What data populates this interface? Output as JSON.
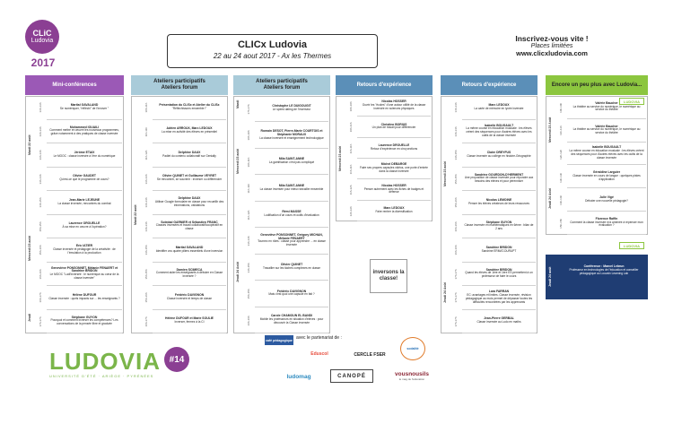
{
  "header": {
    "logo_line1": "CLiC",
    "logo_line2": "Ludovia",
    "logo_year": "2017",
    "title": "CLICx Ludovia",
    "subtitle": "22 au 24 aout 2017 - Ax les Thermes",
    "signup_line1": "Inscrivez-vous vite !",
    "signup_line2": "Places limitées",
    "signup_url": "www.clicxludovia.com"
  },
  "colors": {
    "purple": "#9b59b6",
    "light_blue": "#a9cbd9",
    "steel_blue": "#5b8fb8",
    "green": "#8cc63f",
    "navy": "#1f3d73"
  },
  "columns": {
    "mini": {
      "title": "Mini-conférences",
      "day1": "Mardi 22 août",
      "day2": "Mercredi 23 août",
      "day3": "Jeudi",
      "hours": [
        "13h-13h",
        "13h-13h",
        "13h-14h",
        "14h-14h",
        "14h-15h",
        "15h-15h",
        "15h-16h",
        "16h-16h",
        "16h-17h",
        "17h-17h",
        "17h-17h",
        "14h-14h"
      ],
      "items": [
        {
          "name": "Martial GAVALAND",
          "text": "Se numériquer, \"réfléchi\" de l'innover \""
        },
        {
          "name": "Mohammed IOUAILI",
          "text": "Comment mettre en œuvre les nouveaux programmes, grâce notamment à des pratiques de classe inversée"
        },
        {
          "name": "Jérôme ETAIX",
          "text": "Le MOOC : classe inversée à l'ère du numérique"
        },
        {
          "name": "Olivier GAUDET",
          "text": "Qu'est-ce que le programme de cours?"
        },
        {
          "name": "Jean-Marie LEJEUNE",
          "text": "La classe inversée, rencontres du combat"
        },
        {
          "name": "Laurence OROUELLE",
          "text": "À sa mise en oeuvre à l'opération?"
        },
        {
          "name": "Eric IATIER",
          "text": "Classe inversée et pédagogie de la créativité : de l'émulation à la production"
        },
        {
          "name": "Geneviève PONSONNET, Mélanie FENAERT et Sandrine BRIDON",
          "text": "Le MOOC \"Ludi'inversée : le numérique au cœur de la classe inversée\""
        },
        {
          "name": "Hélène DUFOUR",
          "text": "Classe inversée : quels impacts sur ... les enseignants ?"
        },
        {
          "name": "Stéphane GUYON",
          "text": "Pourquoi et comment inverser les compétences? Les conversations de la pensée libre et graduée"
        }
      ]
    },
    "ateliers1": {
      "title_line1": "Ateliers participatifs",
      "title_line2": "Ateliers forum",
      "day": "Mardi 22 août",
      "hours": [
        "10h-11h",
        "11h-11h",
        "11h-12h",
        "13h-13h",
        "13h-14h",
        "14h-14h",
        "14h-15h",
        "15h-15h",
        "15h-16h",
        "16h-17h",
        "17h-17h"
      ],
      "items": [
        {
          "name": "Présentation du CLISx et Atelier du CLISx",
          "text": "\"Réflechissons ensemble !\""
        },
        {
          "name": "Adrien ARROUX, Marc LEDOUX",
          "text": "La mise en activité des élèves en présentiel"
        },
        {
          "name": "Delphine DAUX",
          "text": "Padlet du contenu collaboratif sur Genially"
        },
        {
          "name": "Olivier QUINET et Guillaume VEYRET",
          "text": "Se rencontrer, se souvenir : inverser ou différencier"
        },
        {
          "name": "Delphine DAUX",
          "text": "Utiliser Google formulaire en classe pour recueillir des informations, validations"
        },
        {
          "name": "Soledad GARNIER et Sébastien FRANC",
          "text": "Classes inversées et travail collaboratif/coopératif en classe"
        },
        {
          "name": "Martial GAVALAND",
          "text": "Identifier vos quatre piliers essentiels d'une inversion"
        },
        {
          "name": "Damien SCIMECA",
          "text": "Comment aider les enseignants à débuter en Classe Inversée ?"
        },
        {
          "name": "Frédéric DAVIGNON",
          "text": "Classe inversée et temps de classe"
        },
        {
          "name": "Hélène DUFOUR et Marie SOULIE",
          "text": "Inverser, fermez à la CI"
        }
      ]
    },
    "ateliers2": {
      "title_line1": "Ateliers participatifs",
      "title_line2": "Ateliers forum",
      "day1": "Mardi",
      "day2": "Mercredi 23 août",
      "day3": "Jeudi 24 Août",
      "hours": [
        "17h-17h",
        "10h-10h",
        "10h-11h",
        "11h-11h",
        "11h-12h",
        "13h-14h",
        "14h-15h",
        "15h-15h",
        "16h-16h",
        "17h-17h"
      ],
      "items": [
        {
          "name": "Christophe LE DUIGOUGIT",
          "text": "Le speed dating de l'inverseur"
        },
        {
          "name": "Romain DESOT, Pierre-Marie COURTOIS et Stéphanie MORAUX",
          "text": "La classe inversée et enseignement technologique"
        },
        {
          "name": "Mila SAINT-ANNE",
          "text": "La gamification c'est pas compliqué"
        },
        {
          "name": "Mila SAINT-ANNE",
          "text": "La classe inversée pour mieux travailler ensemble"
        },
        {
          "name": "Rémi MASSE",
          "text": "Ludification d'un cours et outils d'évaluation"
        },
        {
          "name": "Geneviève PONSONNET, Grégory MICHAN, Mélanie FENAERT",
          "text": "Tournez en rôles : classe pour apprendre ... en classe inversée"
        },
        {
          "name": "Olivier QUINET",
          "text": "Travailler sur les tâches complexes en classe"
        },
        {
          "name": "Frédéric DAVIGNON",
          "text": "Mais c'est quoi une capsule en fait ?"
        },
        {
          "name": "Carole CHAMOUN EL BANDI",
          "text": "Mobile les professeurs en situation d'élèves : pour découvrir la Classe inversée"
        }
      ]
    },
    "retours1": {
      "title": "Retours d'expérience",
      "day": "Mercredi 23 août",
      "hours": [
        "10h-10h",
        "10h-11h",
        "11h-11h",
        "11h-11h",
        "11h-12h",
        "12h-12h",
        "12h-12h"
      ],
      "items": [
        {
          "name": "Nicolas HOSSER",
          "text": "Ouvrir les \"écoles\" d'une autour utilité de la classe inversée en sciences physiques"
        },
        {
          "name": "Christine BORIUS",
          "text": "Un plan de travail pour différencier"
        },
        {
          "name": "Laurence DROUELLE",
          "text": "Retour d'expérience en cinq sections"
        },
        {
          "name": "Michel DEBARGE",
          "text": "Faire ses propres capsules vidéos, une porte d'entrée dans la classe inversée"
        },
        {
          "name": "Nicolas HOSSER",
          "text": "Penser autrement avec les fiches de badges et défense"
        },
        {
          "name": "Marc LEDOUX",
          "text": "Faire rentrer la diversification"
        }
      ],
      "logo_text": "inversons la classe!"
    },
    "retours2": {
      "title": "Retours d'expérience",
      "day1": "Mercredi 23 août",
      "day2": "Jeudi 24 Août",
      "hours": [
        "14h-14h",
        "14h-14h",
        "14h-15h",
        "15h-15h",
        "15h-16h",
        "16h-16h",
        "16h-16h",
        "17h-17h",
        "17h-17h",
        "17h-17h",
        "11h-11h",
        "11h-12h"
      ],
      "items": [
        {
          "name": "Marc LEDOUX",
          "text": "La carte de mémoire en lycée inversée"
        },
        {
          "name": "Isabelle BOUGAULT",
          "text": "La même course en éducation musicale : les élèves créent des séquences pour d'autres élèves avec les outils de la classe inversée"
        },
        {
          "name": "Claire DREYFUS",
          "text": "Classe inversée au collège en histoire-Géographie"
        },
        {
          "name": "Sandrine GOURDON-D'HERMENT",
          "text": "Une proposition de classe inversée pour répondre aux besoins des élèves et pour pérenniser"
        },
        {
          "name": "Nicolas LEMOINE",
          "text": "Penser les élèves créateurs de leurs ressources"
        },
        {
          "name": "Stéphane GUYON",
          "text": "Classe inversée en mathématiques en 6ème : bilan de 2 ans"
        },
        {
          "name": "Sandrine BRIDON",
          "text": "Sandrine ERMAT-DURUPT"
        },
        {
          "name": "Sandrine BRIDON",
          "text": "Quand les élèves de 1ère et 1ère ES permettent à un professeur de faire le cours"
        },
        {
          "name": "Lara FARRAN",
          "text": "EC: avantages et limites. Classe inversée, révision pédagogique au mois permet de dépasser toutes les difficultés rencontrées par les apprenants"
        },
        {
          "name": "Jean-Pierre GERBAL",
          "text": "Classe inversée au Ludo en maths"
        }
      ]
    },
    "encore": {
      "title": "Encore un peu plus avec Ludovia...",
      "day1": "Mercredi 23 Août",
      "day2": "Jeudi 24 Août",
      "day3": "Jeudi 24 août",
      "hours": [
        "10h-10h",
        "11h-11h",
        "12h-12h",
        "13h-13h",
        "14h-14h",
        "15h-15h"
      ],
      "badge": "LUDOVIA",
      "items": [
        {
          "name": "Valérie Baucher",
          "text": "La théâtre au service du numérique, le numérique au service du théâtre"
        },
        {
          "name": "Valérie Baucher",
          "text": "La théâtre au service du numérique, le numérique au service du théâtre"
        },
        {
          "name": "Isabelle BOUGAULT",
          "text": "La même course en éducation musicale : les élèves créent des séquences pour d'autres élèves avec les outils de la classe inversée"
        },
        {
          "name": "Géraldine Larguier",
          "text": "Classe inversée en cours de langue : quelques pistes d'application"
        },
        {
          "name": "Julie Vigé",
          "text": "Débuter une nouvelle pédagogie?"
        },
        {
          "name": "Florence Raffin",
          "text": "Comment la classe inversée m'a amenée à repenser mon évaluation ?"
        }
      ],
      "conf_name": "Conférence : Marcel Lebrun",
      "conf_text": "Professeur en technologies de l'éducation et conseiller pédagogique au Louvain Learning Lab",
      "conf_day": "Jeudi 24 août"
    }
  },
  "partners": {
    "label": "avec le partenariat de :",
    "logos": [
      "café pédagogique",
      "Eduscol",
      "CERCLE FSER",
      "ludomag",
      "CANOPÉ",
      "vousnousils",
      "le mag de l'éducation",
      "sodalité"
    ]
  },
  "ludovia": {
    "name": "LUDOVIA",
    "tagline": "UNIVERSITÉ D'ÉTÉ · ARIÈGE · PYRÉNÉES",
    "edition": "#14"
  }
}
